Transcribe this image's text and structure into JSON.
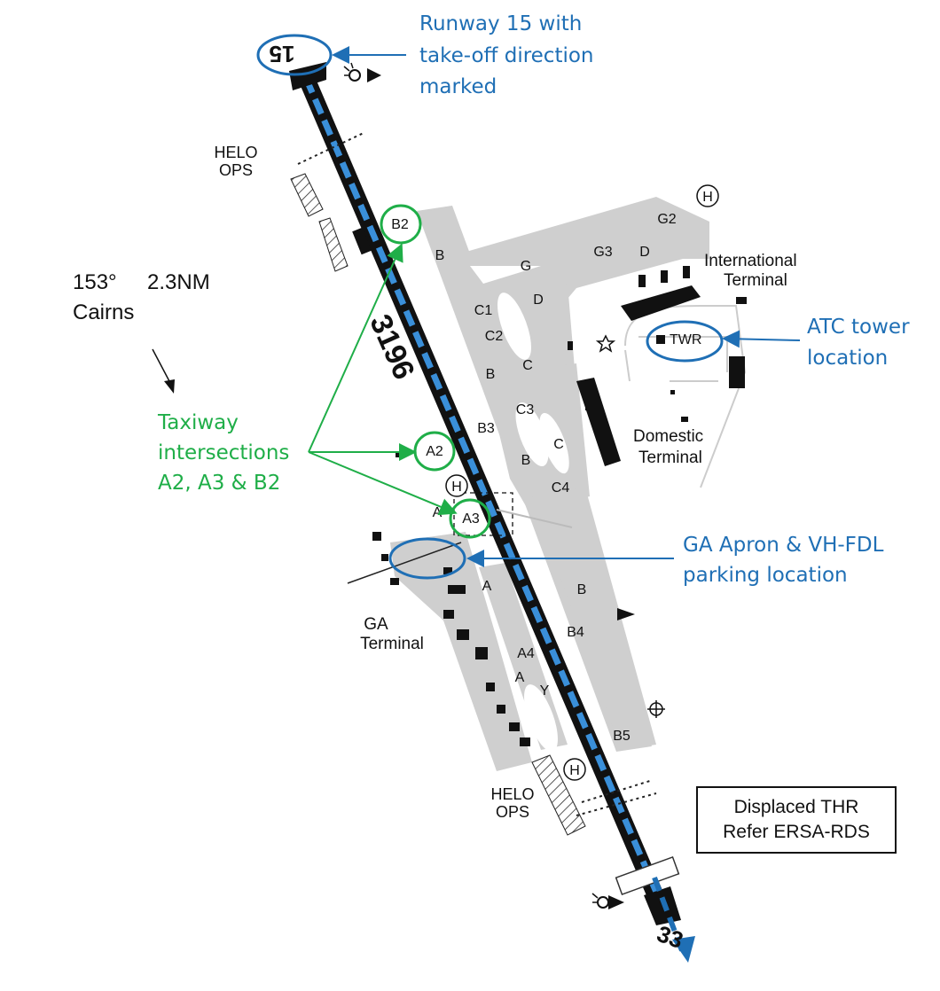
{
  "colors": {
    "blue": "#1f6fb5",
    "green": "#1fae48",
    "pavement": "#cfcfcf",
    "runway": "#111111",
    "centerline": "#3a8fd9"
  },
  "callouts": {
    "runway15": [
      "Runway 15 with",
      "take-off direction",
      "marked"
    ],
    "atc": [
      "ATC tower",
      "location"
    ],
    "ga_apron": [
      "GA Apron & VH-FDL",
      "parking location"
    ],
    "taxiways": [
      "Taxiway",
      "intersections",
      "A2, A3 & B2"
    ]
  },
  "map": {
    "rwy_end_north": "15",
    "rwy_end_south": "33",
    "rwy_length": "3196",
    "bearing": "153°",
    "distance": "2.3NM",
    "city": "Cairns",
    "helo_ops": [
      "HELO",
      "OPS"
    ],
    "heli_symbol": "H",
    "international_terminal": [
      "International",
      "Terminal"
    ],
    "domestic_terminal": [
      "Domestic",
      "Terminal"
    ],
    "ga_terminal": [
      "GA",
      "Terminal"
    ],
    "tower": "TWR",
    "displaced_threshold": [
      "Displaced  THR",
      "Refer ERSA-RDS"
    ],
    "taxiway_labels": [
      "B2",
      "B",
      "G",
      "G3",
      "D",
      "G2",
      "C1",
      "D",
      "C2",
      "B",
      "C",
      "C3",
      "B3",
      "C",
      "A2",
      "B",
      "C4",
      "A",
      "A3",
      "A",
      "B",
      "B4",
      "A4",
      "A",
      "Y",
      "B5"
    ]
  }
}
